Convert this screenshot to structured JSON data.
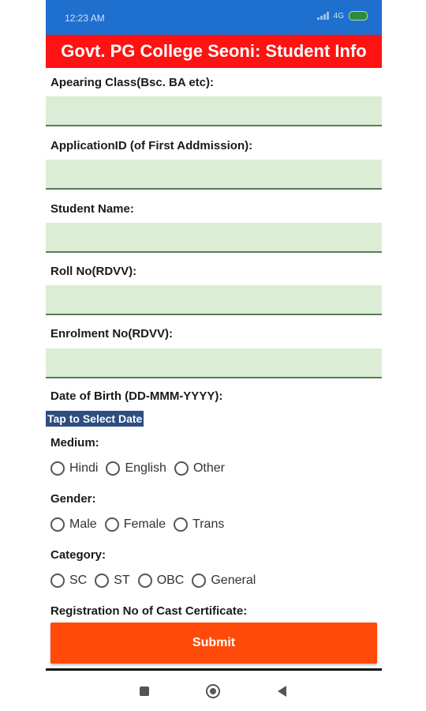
{
  "status_bar": {
    "time": "12:23 AM",
    "network": "4G",
    "icons": [
      "signal-icon",
      "battery-icon"
    ]
  },
  "app": {
    "title": "Govt. PG College Seoni: Student Info"
  },
  "form": {
    "appearing_class_label": "Apearing Class(Bsc. BA etc):",
    "appearing_class_value": "",
    "application_id_label": "ApplicationID (of First Addmission):",
    "application_id_value": "",
    "student_name_label": "Student Name:",
    "student_name_value": "",
    "roll_no_label": "Roll No(RDVV):",
    "roll_no_value": "",
    "enrolment_no_label": "Enrolment No(RDVV):",
    "enrolment_no_value": "",
    "dob_label": "Date of Birth (DD-MMM-YYYY):",
    "dob_picker": "Tap to Select Date",
    "medium_label": "Medium:",
    "medium_options": [
      "Hindi",
      "English",
      "Other"
    ],
    "gender_label": "Gender:",
    "gender_options": [
      "Male",
      "Female",
      "Trans"
    ],
    "category_label": "Category:",
    "category_options": [
      "SC",
      "ST",
      "OBC",
      "General"
    ],
    "cast_cert_label": "Registration No of Cast Certificate:",
    "submit_label": "Submit"
  },
  "colors": {
    "status_bar": "#1f6fcf",
    "title_bar": "#ff1212",
    "input_bg": "#dcedd6",
    "date_picker_bg": "#2e4d80",
    "submit_bg": "#ff4a0a"
  },
  "nav_bar": {
    "icons": [
      "recent-apps-icon",
      "home-icon",
      "back-icon"
    ]
  }
}
